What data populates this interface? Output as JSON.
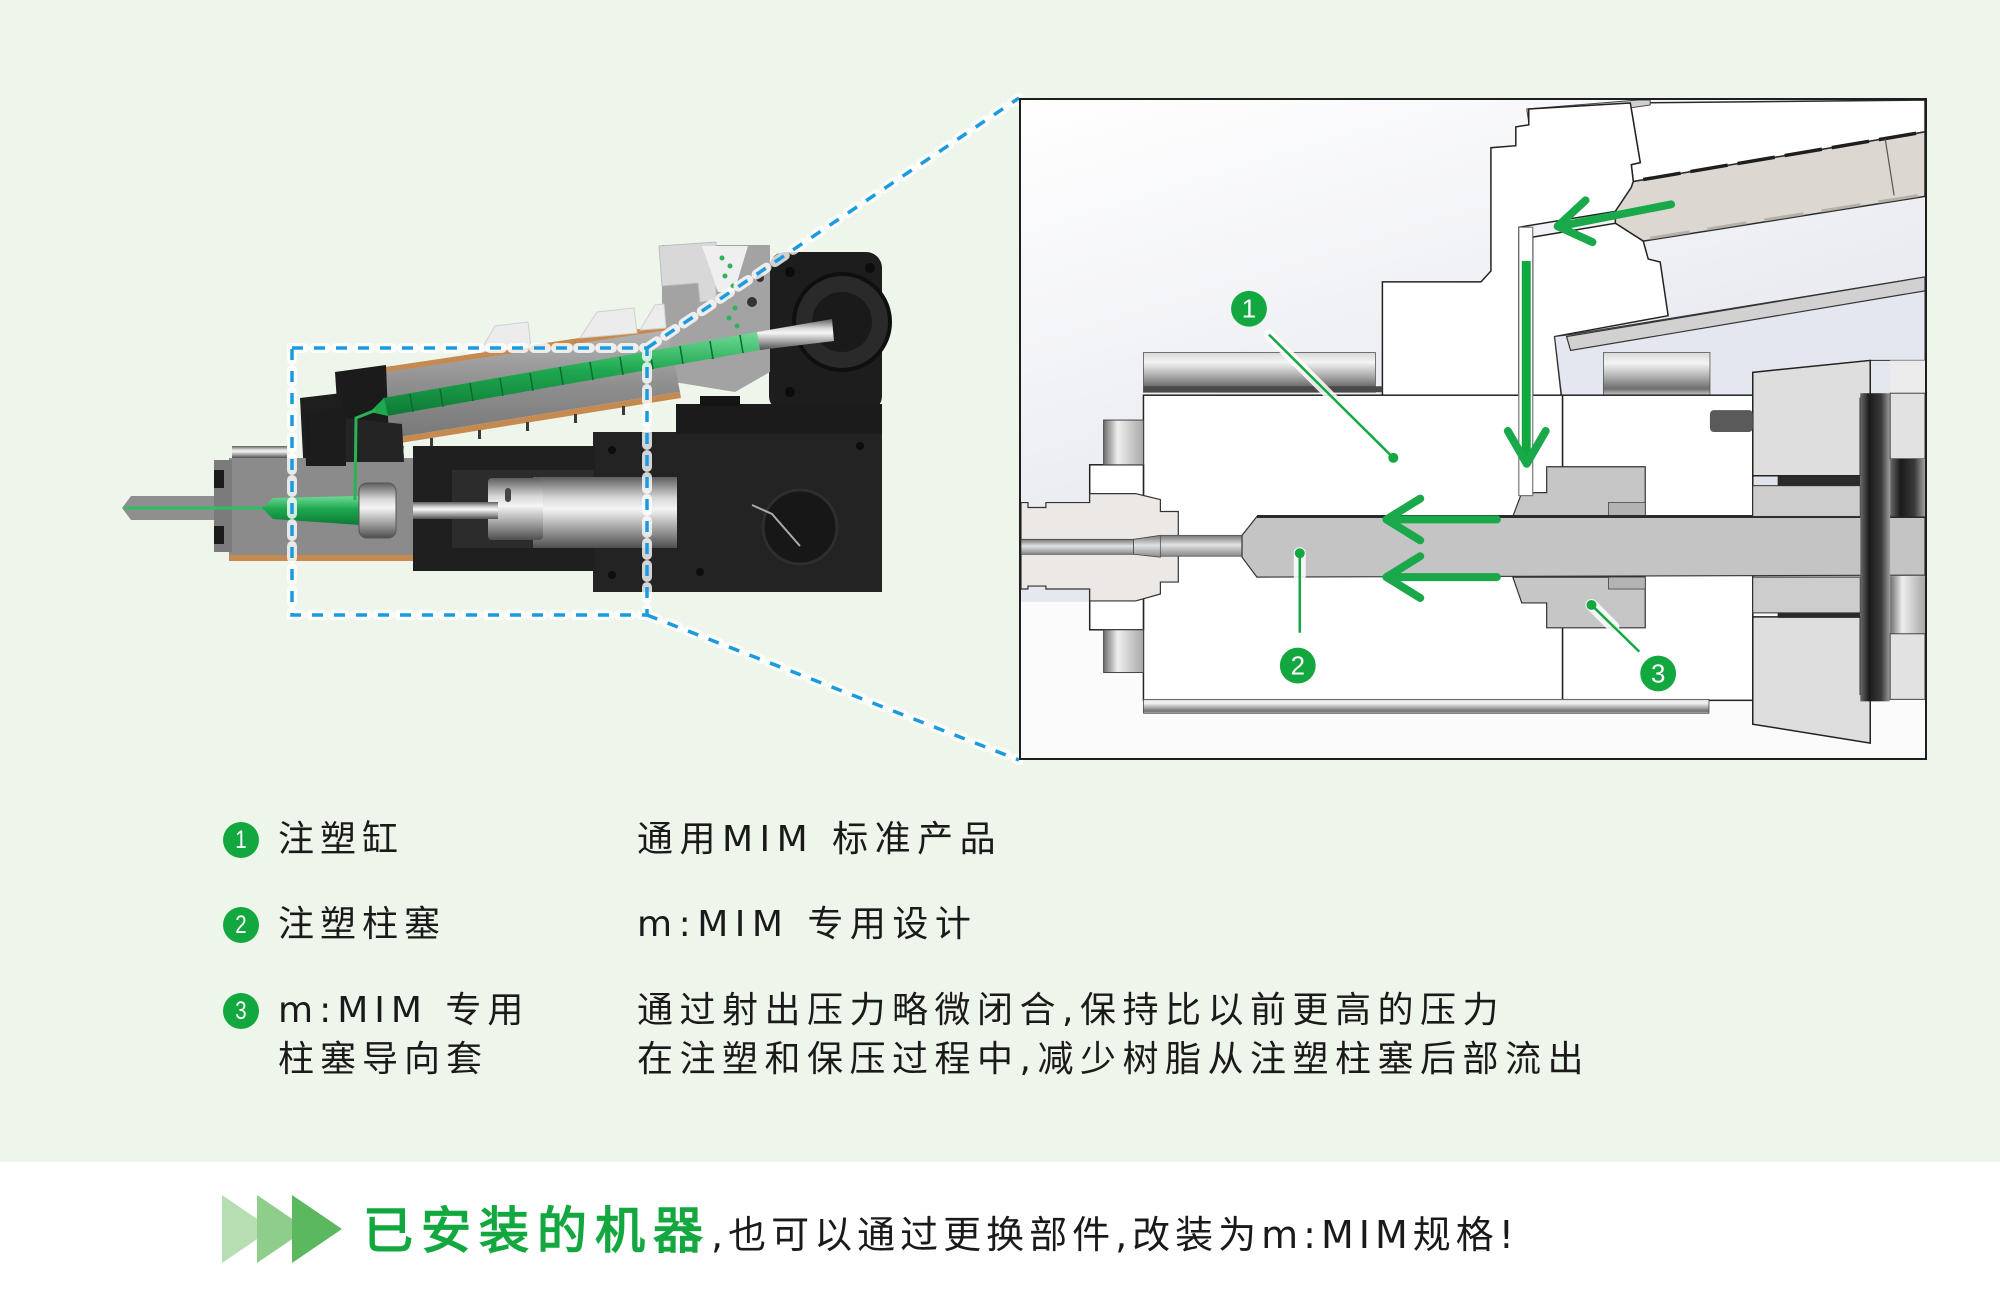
{
  "colors": {
    "brand_green": "#13a83f",
    "callout_blue": "#1a9be0",
    "page_background": "#eef6eb",
    "banner_background": "#ffffff",
    "text": "#1a1a1a",
    "banner_arrow_shades": [
      "#b7ddb3",
      "#8fcd8b",
      "#5cb85f"
    ]
  },
  "detail_callouts": [
    {
      "number": "1"
    },
    {
      "number": "2"
    },
    {
      "number": "3"
    }
  ],
  "legend": [
    {
      "number": "1",
      "name": [
        "注塑缸"
      ],
      "description": [
        "通用MIM 标准产品"
      ]
    },
    {
      "number": "2",
      "name": [
        "注塑柱塞"
      ],
      "description": [
        "m:MIM 专用设计"
      ]
    },
    {
      "number": "3",
      "name": [
        "m:MIM 专用",
        "柱塞导向套"
      ],
      "description": [
        "通过射出压力略微闭合,保持比以前更高的压力",
        "在注塑和保压过程中,减少树脂从注塑柱塞后部流出"
      ]
    }
  ],
  "banner": {
    "icon": "triple-arrow-right-icon",
    "highlight": "已安装的机器",
    "text": ",也可以通过更换部件,改装为m:MIM规格!"
  }
}
